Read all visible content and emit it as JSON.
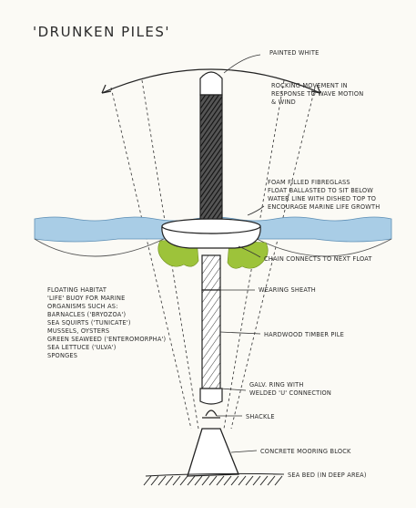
{
  "title": "'DRUNKEN PILES'",
  "labels": {
    "painted_white": "PAINTED WHITE",
    "rocking": [
      "ROCKING MOVEMENT IN",
      "RESPONSE TO WAVE MOTION",
      "& WIND"
    ],
    "float": [
      "FOAM FILLED FIBREGLASS",
      "FLOAT BALLASTED TO SIT BELOW",
      "WATER LINE WITH DISHED TOP TO",
      "ENCOURAGE MARINE LIFE GROWTH"
    ],
    "chain": "CHAIN CONNECTS TO NEXT FLOAT",
    "habitat": [
      "FLOATING HABITAT",
      "'LIFE' BUOY FOR MARINE",
      "ORGANISMS SUCH AS:",
      "BARNACLES ('BRYOZOA')",
      "SEA SQUIRTS ('TUNICATE')",
      "MUSSELS, OYSTERS",
      "GREEN SEAWEED ('ENTEROMORPHA')",
      "SEA LETTUCE ('ULVA')",
      "SPONGES"
    ],
    "wearing_sheath": "WEARING SHEATH",
    "timber_pile": "HARDWOOD TIMBER PILE",
    "galv_ring": [
      "GALV. RING WITH",
      "WELDED 'U' CONNECTION"
    ],
    "shackle": "SHACKLE",
    "mooring_block": "CONCRETE MOORING BLOCK",
    "sea_bed": "SEA BED (IN DEEP AREA)"
  },
  "colors": {
    "ink": "#2a2a2a",
    "water": "#a9cde6",
    "water_edge": "#5e8fb5",
    "growth": "#9dc33a",
    "paper": "#fbfaf5"
  }
}
